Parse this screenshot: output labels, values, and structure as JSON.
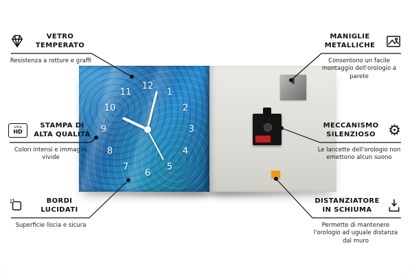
{
  "clock": {
    "numbers": [
      "12",
      "1",
      "2",
      "3",
      "4",
      "5",
      "6",
      "7",
      "8",
      "9",
      "10",
      "11"
    ]
  },
  "callouts": {
    "left": [
      {
        "icon": "diamond-icon",
        "title": "VETRO TEMPERATO",
        "description": "Resistenza a rotture e graffi"
      },
      {
        "icon": "ultra-hd-icon",
        "icon_label_top": "ultra",
        "icon_label_bottom": "HD",
        "title": "STAMPA DI ALTA QUALITÀ",
        "description": "Colori intensi e immagini vivide"
      },
      {
        "icon": "polished-edge-icon",
        "title": "BORDI LUCIDATI",
        "description": "Superficie liscia e sicura"
      }
    ],
    "right": [
      {
        "icon": "picture-frame-icon",
        "title": "MANIGLIE METALLICHE",
        "description": "Consentono un facile montaggio dell'orologio a parete"
      },
      {
        "icon": "gear-icon",
        "gear_glyph": "⚙",
        "title": "MECCANISMO SILENZIOSO",
        "description": "Le lancette dell'orologio non emettono alcun suono"
      },
      {
        "icon": "foam-spacer-icon",
        "title": "DISTANZIATORE IN SCHIUMA",
        "description": "Permette di mantenere l'orologio ad uguale distanza dal muro"
      }
    ]
  },
  "colors": {
    "front_blue": "#1e6fb0",
    "back_gray": "#dadad4",
    "foam_orange": "#f09a12",
    "battery_red": "#c02020",
    "metal_gray": "#8f8f8d",
    "line_black": "#141414"
  }
}
